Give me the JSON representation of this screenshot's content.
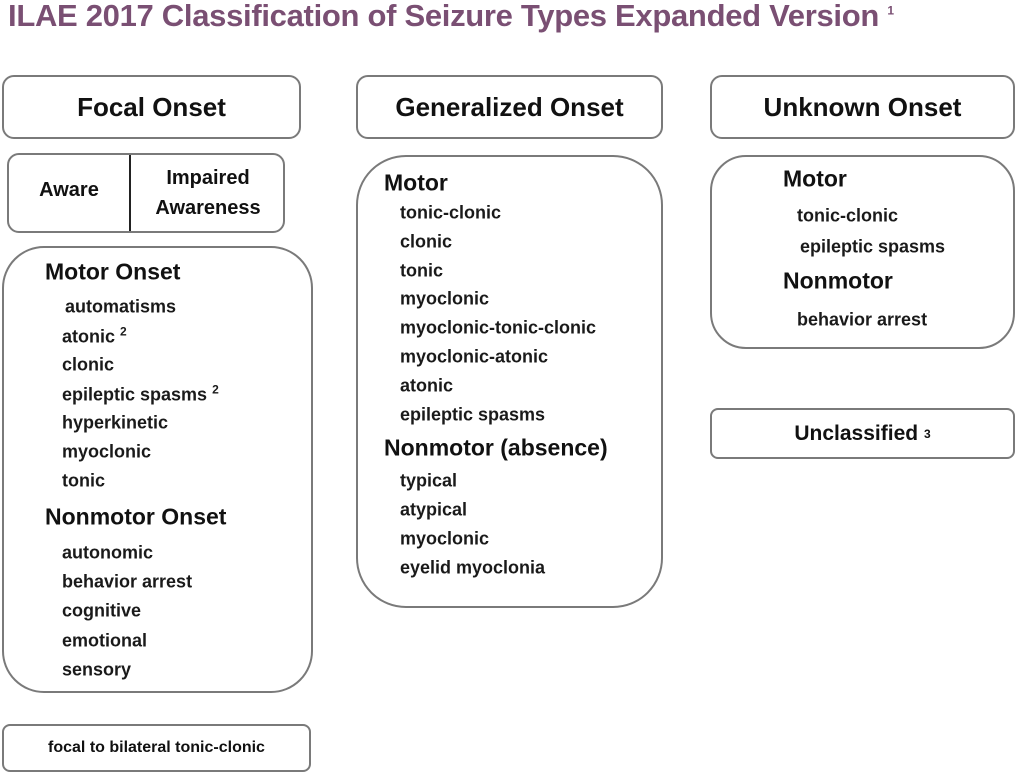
{
  "title": "ILAE 2017 Classification of Seizure Types Expanded Version",
  "title_sup": "1",
  "focal": {
    "header": "Focal Onset",
    "aware": "Aware",
    "impaired": "Impaired",
    "awareness": "Awareness",
    "motor_heading": "Motor Onset",
    "motor_items": [
      "automatisms",
      "atonic",
      "clonic",
      "epileptic spasms",
      "hyperkinetic",
      "myoclonic",
      "tonic"
    ],
    "atonic_sup": "2",
    "spasms_sup": "2",
    "nonmotor_heading": "Nonmotor Onset",
    "nonmotor_items": [
      "autonomic",
      "behavior arrest",
      "cognitive",
      "emotional",
      "sensory"
    ],
    "bilateral": "focal to bilateral tonic-clonic"
  },
  "generalized": {
    "header": "Generalized Onset",
    "motor_heading": "Motor",
    "motor_items": [
      "tonic-clonic",
      "clonic",
      "tonic",
      "myoclonic",
      "myoclonic-tonic-clonic",
      "myoclonic-atonic",
      "atonic",
      "epileptic spasms"
    ],
    "nonmotor_heading": "Nonmotor (absence)",
    "nonmotor_items": [
      "typical",
      "atypical",
      "myoclonic",
      "eyelid myoclonia"
    ]
  },
  "unknown": {
    "header": "Unknown Onset",
    "motor_heading": "Motor",
    "motor_items": [
      "tonic-clonic",
      "epileptic spasms"
    ],
    "nonmotor_heading": "Nonmotor",
    "nonmotor_items": [
      "behavior arrest"
    ]
  },
  "unclassified": {
    "label": "Unclassified",
    "sup": "3"
  }
}
